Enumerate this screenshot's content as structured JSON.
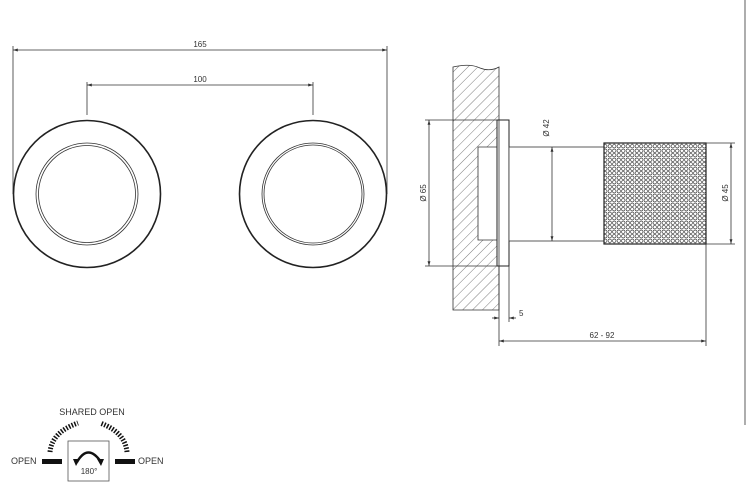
{
  "front_view": {
    "overall_width": "165",
    "center_distance": "100"
  },
  "side_view": {
    "flange_diameter": "Ø 65",
    "stem_diameter": "Ø 42",
    "handle_diameter": "Ø 45",
    "flange_thickness": "5",
    "projection_range": "62 - 92"
  },
  "operation_diagram": {
    "top_label": "SHARED OPEN",
    "left_label": "OPEN",
    "right_label": "OPEN",
    "rotation": "180°"
  }
}
